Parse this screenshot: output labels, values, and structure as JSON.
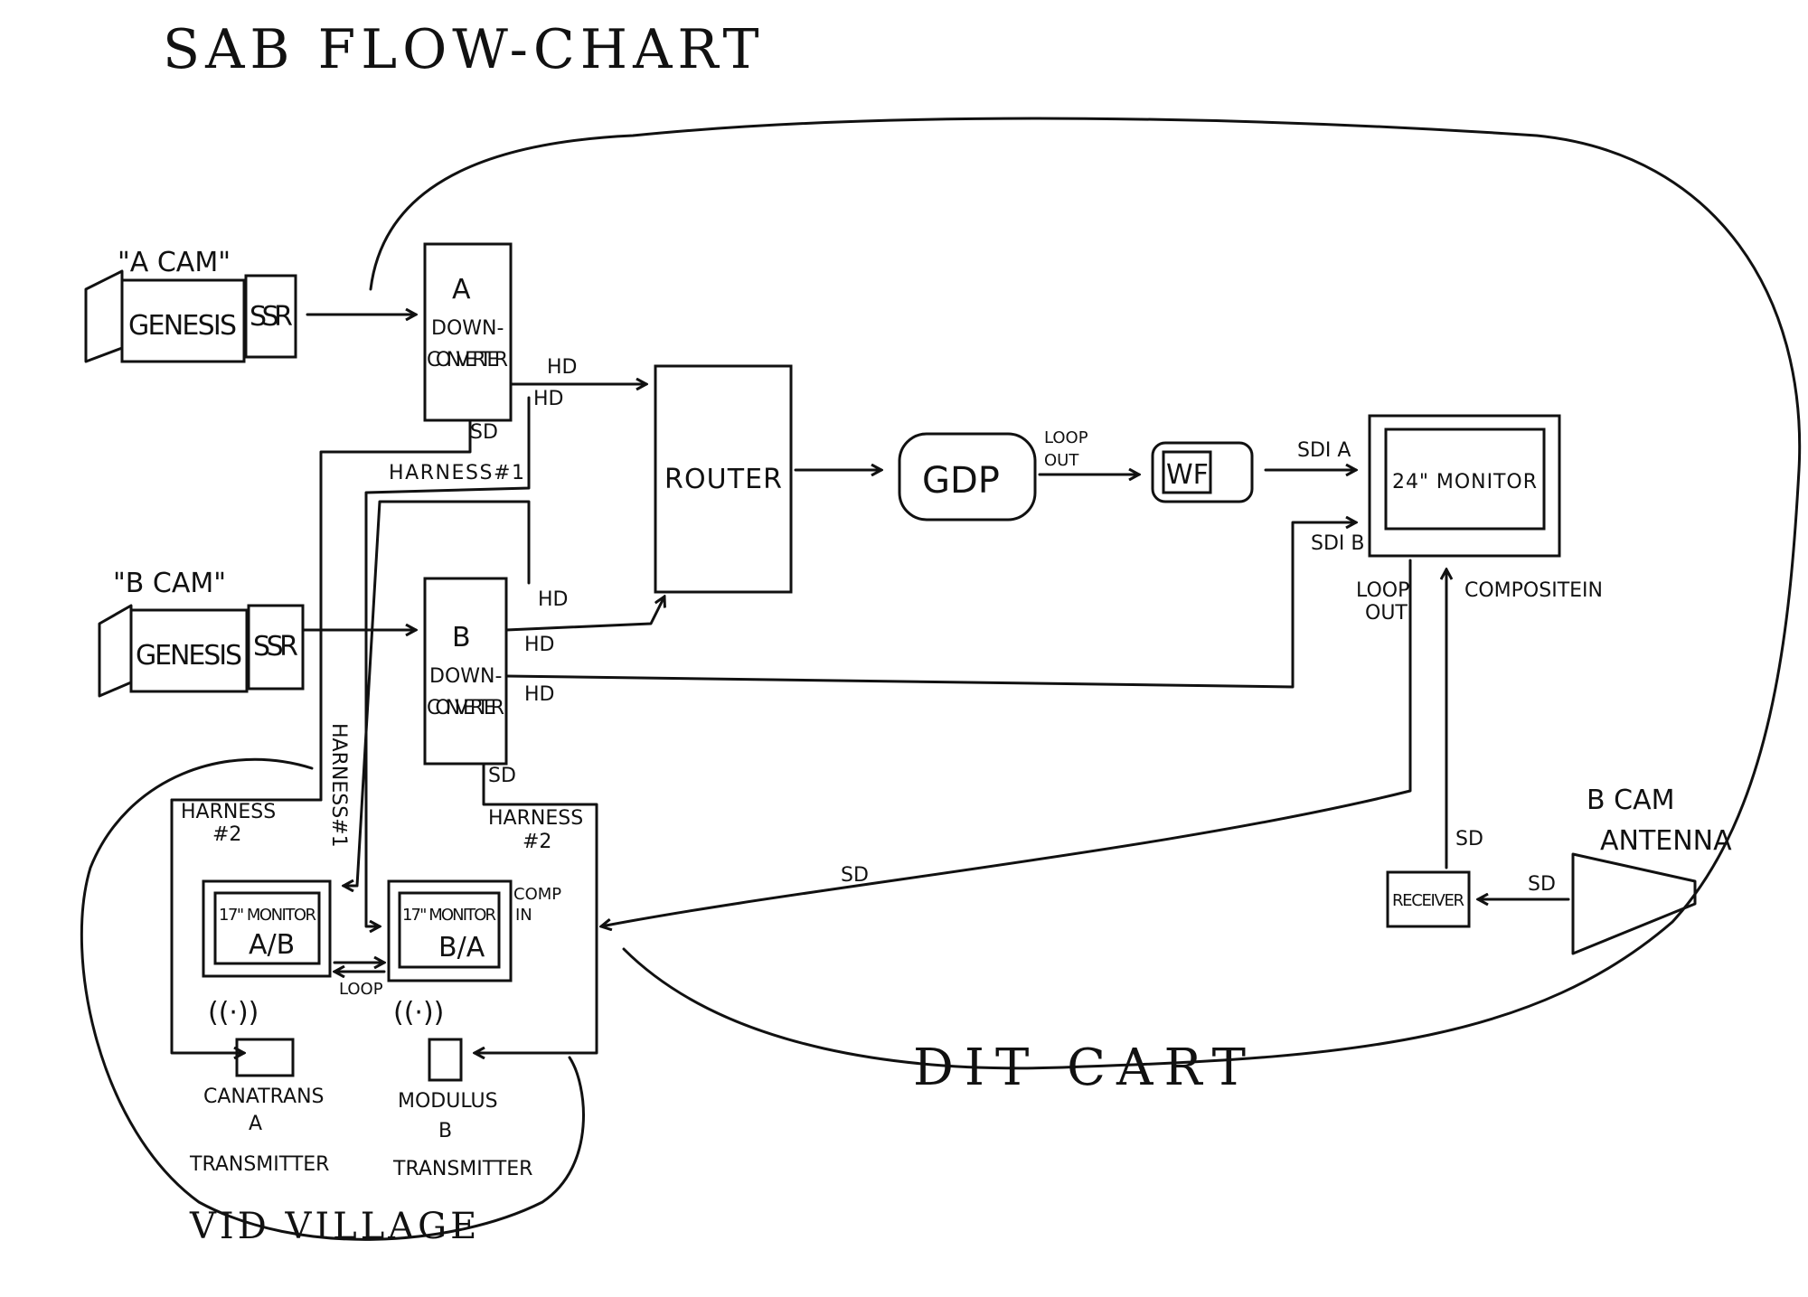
{
  "title": "SAB FLOW-CHART",
  "zones": {
    "dit_cart": "DIT CART",
    "vid_village": "VID VILLAGE"
  },
  "a_cam": {
    "label": "\"A CAM\"",
    "genesis": "GENESIS",
    "ssr": "SSR"
  },
  "b_cam": {
    "label": "\"B CAM\"",
    "genesis": "GENESIS",
    "ssr": "SSR"
  },
  "a_downconverter": {
    "line1": "A",
    "line2": "DOWN-",
    "line3": "CONVERTER"
  },
  "b_downconverter": {
    "line1": "B",
    "line2": "DOWN-",
    "line3": "CONVERTER"
  },
  "router": "ROUTER",
  "gdp": "GDP",
  "wf": "WF",
  "monitor_24": "24\" MONITOR",
  "monitor_17_ab": {
    "line1": "17\" MONITOR",
    "line2": "A/B"
  },
  "monitor_17_ba": {
    "line1": "17\" MONITOR",
    "line2": "B/A"
  },
  "receiver": "RECEIVER",
  "b_cam_antenna": {
    "line1": "B CAM",
    "line2": "ANTENNA"
  },
  "canatrans": {
    "line1": "CANATRANS",
    "line2": "A",
    "line3": "TRANSMITTER"
  },
  "modulus": {
    "line1": "MODULUS",
    "line2": "B",
    "line3": "TRANSMITTER"
  },
  "labels": {
    "hd": "HD",
    "sd": "SD",
    "harness1": "HARNESS#1",
    "harness2": "HARNESS",
    "harness2_num": "#2",
    "loop": "LOOP",
    "out": "OUT",
    "sdi_a": "SDI A",
    "sdi_b": "SDI B",
    "composite_in": "COMPOSITEIN",
    "comp": "COMP",
    "in": "IN",
    "wireless": "((·))"
  }
}
